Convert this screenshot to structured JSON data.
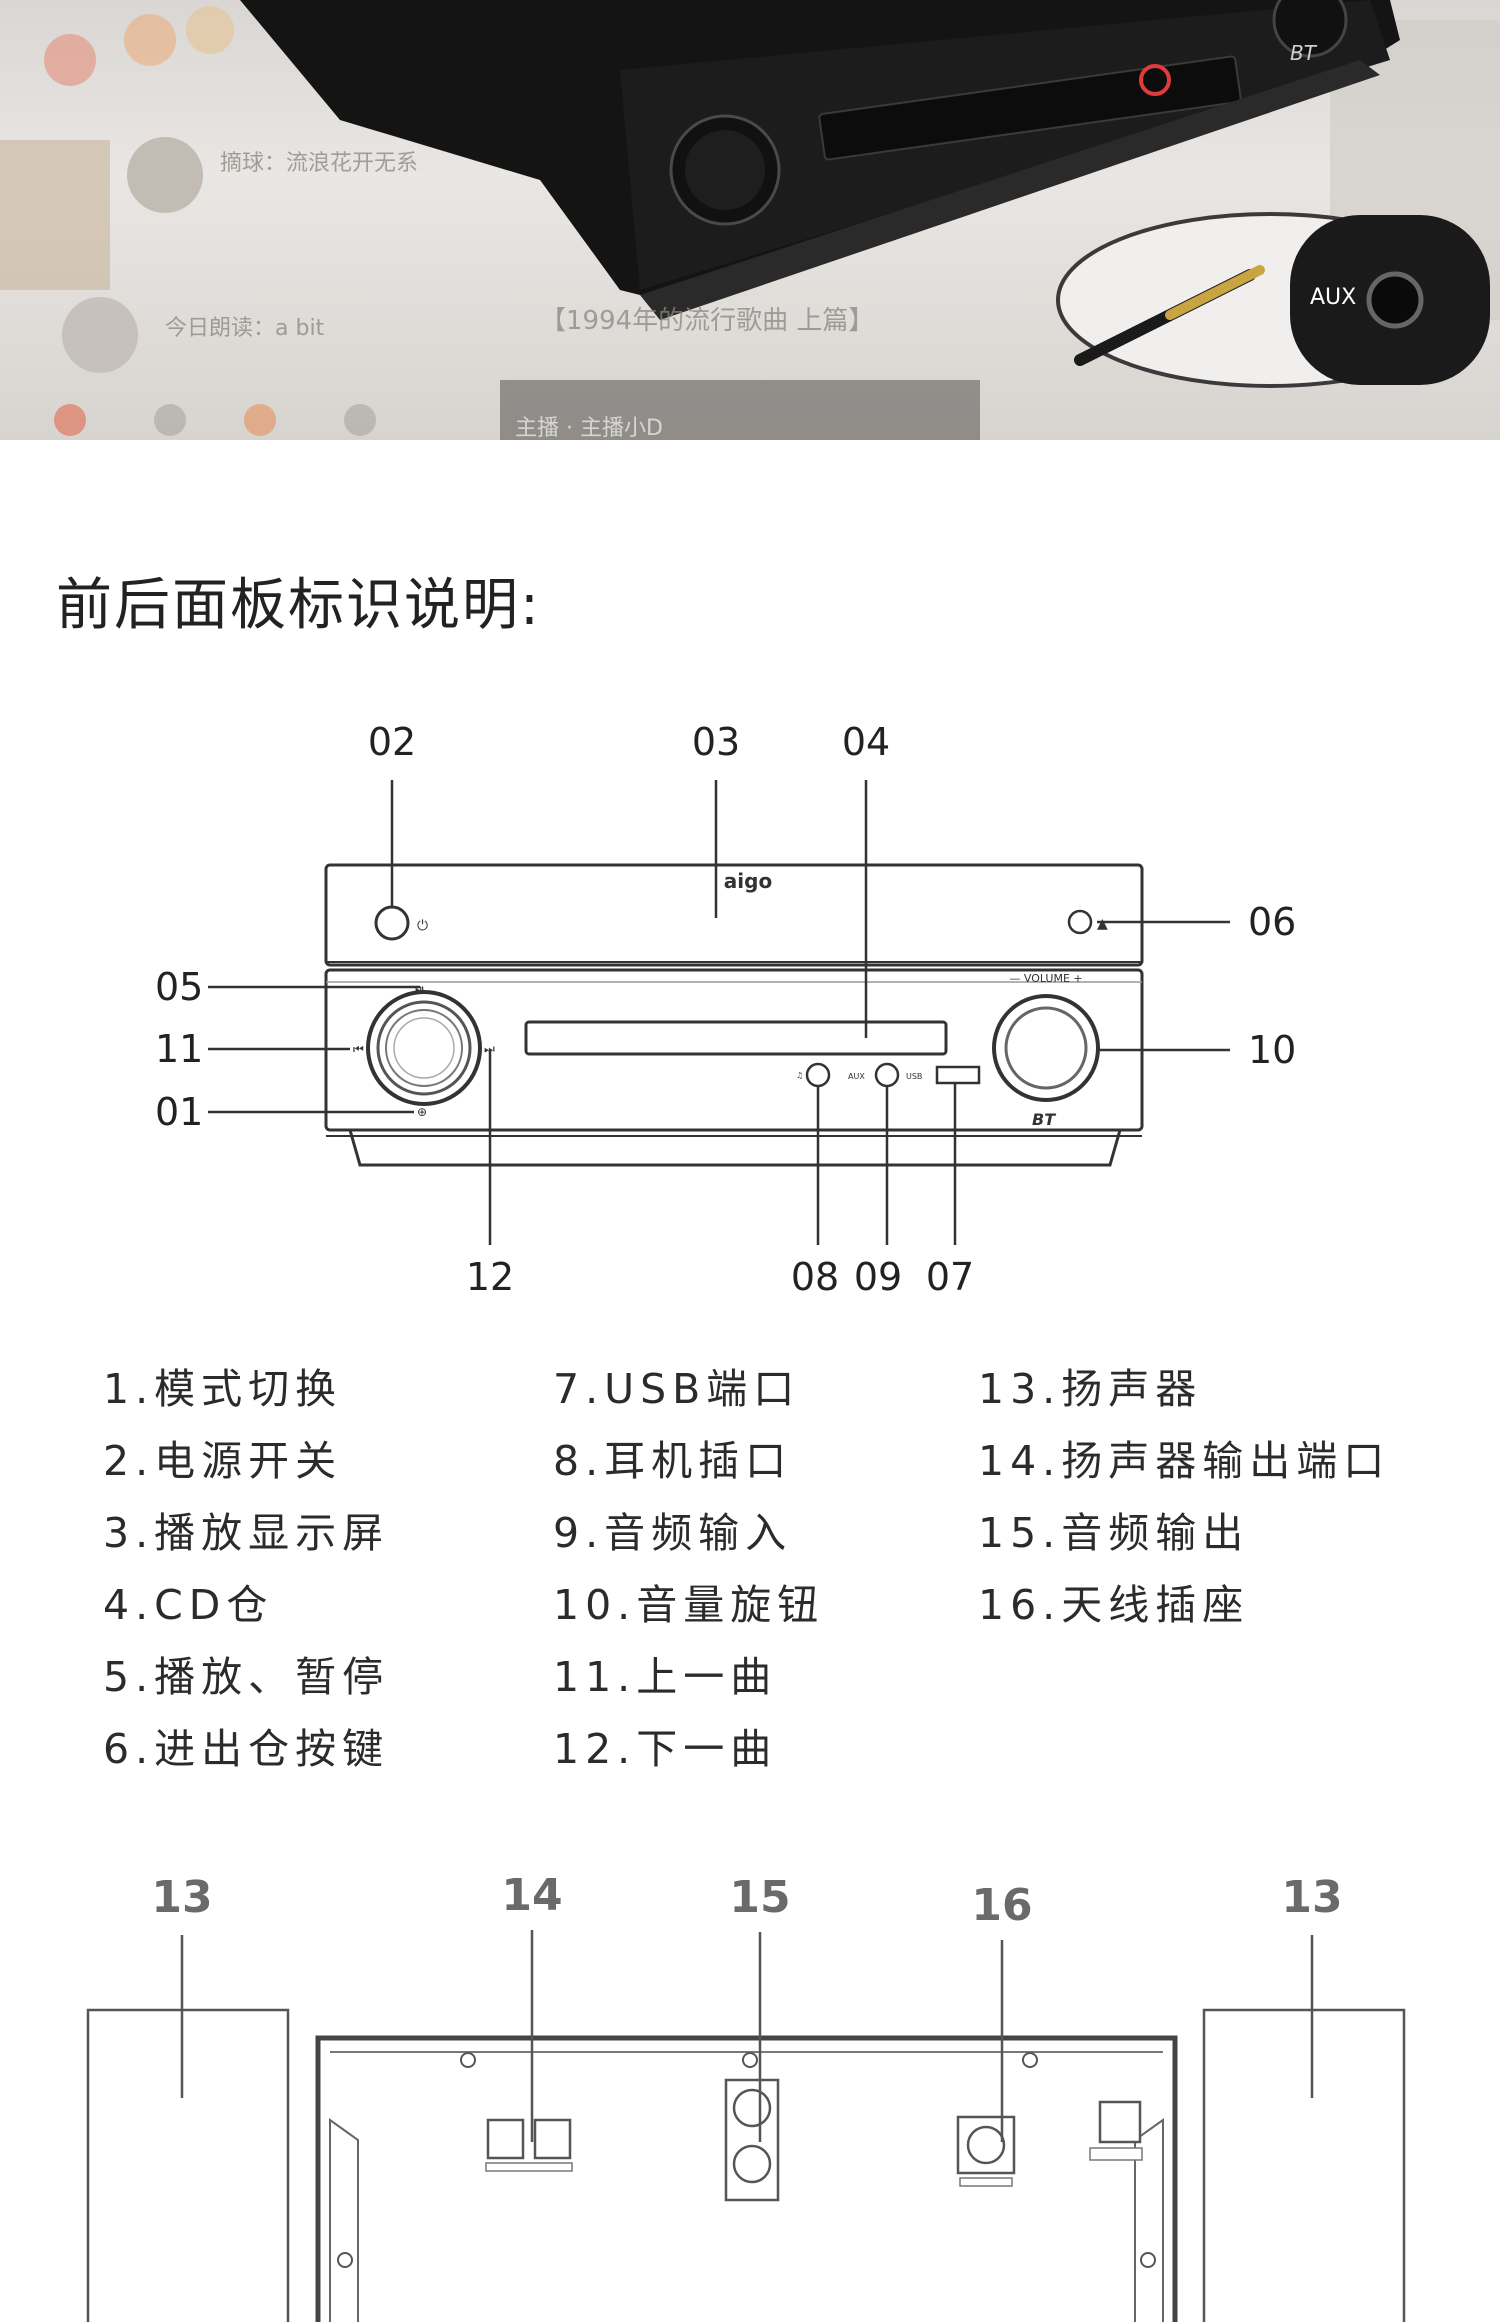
{
  "hero": {
    "overlay_texts": [
      "摘球：流浪花开无系",
      "今日朗读：a bit",
      "【1994年的流行歌曲 上篇】",
      "主播 · 主播小D"
    ],
    "jack_label": "AUX",
    "unit_badge": "BT"
  },
  "section_title": "前后面板标识说明:",
  "front_panel": {
    "brand": "aigo",
    "volume_label": "—  VOLUME  +",
    "bt_label": "BT",
    "aux_label": "AUX",
    "usb_label": "USB",
    "callouts": {
      "c01": "01",
      "c02": "02",
      "c03": "03",
      "c04": "04",
      "c05": "05",
      "c06": "06",
      "c07": "07",
      "c08": "08",
      "c09": "09",
      "c10": "10",
      "c11": "11",
      "c12": "12"
    }
  },
  "legend": {
    "col1": [
      "1.模式切换",
      "2.电源开关",
      "3.播放显示屏",
      "4.CD仓",
      "5.播放、暂停",
      "6.进出仓按键"
    ],
    "col2": [
      "7.USB端口",
      "8.耳机插口",
      "9.音频输入",
      "10.音量旋钮",
      "11.上一曲",
      "12.下一曲"
    ],
    "col3": [
      "13.扬声器",
      "14.扬声器输出端口",
      "15.音频输出",
      "16.天线插座"
    ]
  },
  "rear_panel": {
    "callouts": {
      "left_speaker": "13",
      "speaker_out": "14",
      "audio_out": "15",
      "antenna": "16",
      "right_speaker": "13"
    }
  }
}
